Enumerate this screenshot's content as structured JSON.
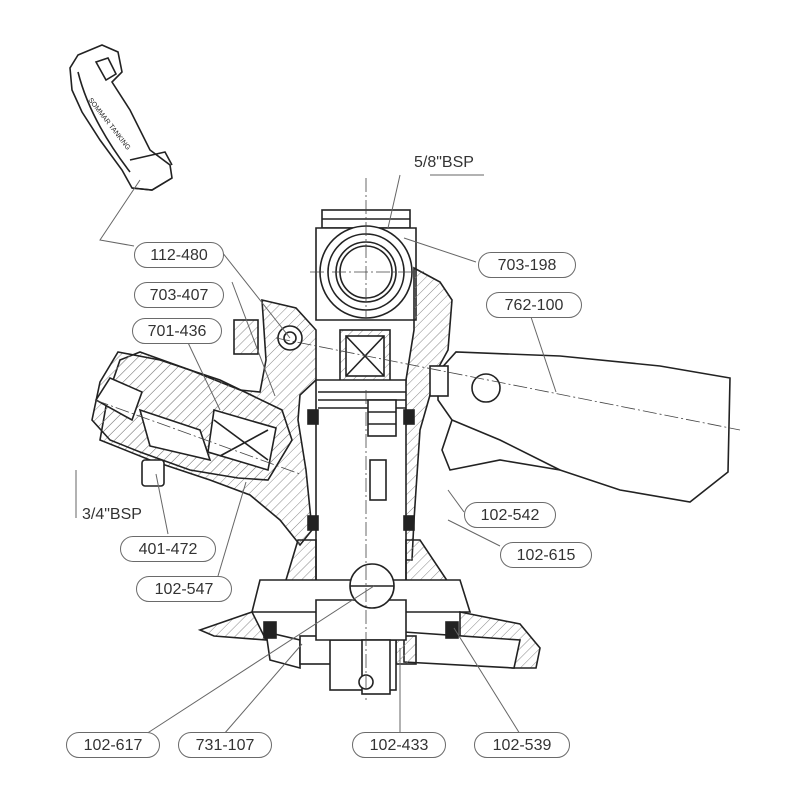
{
  "thread_labels": {
    "top": "5/8\"BSP",
    "left": "3/4\"BSP"
  },
  "part_labels": [
    "112-480",
    "703-407",
    "701-436",
    "703-198",
    "762-100",
    "102-542",
    "102-615",
    "401-472",
    "102-547",
    "102-617",
    "731-107",
    "102-433",
    "102-539"
  ],
  "colors": {
    "line": "#222222",
    "leader": "#666666",
    "hatch": "#888888"
  }
}
